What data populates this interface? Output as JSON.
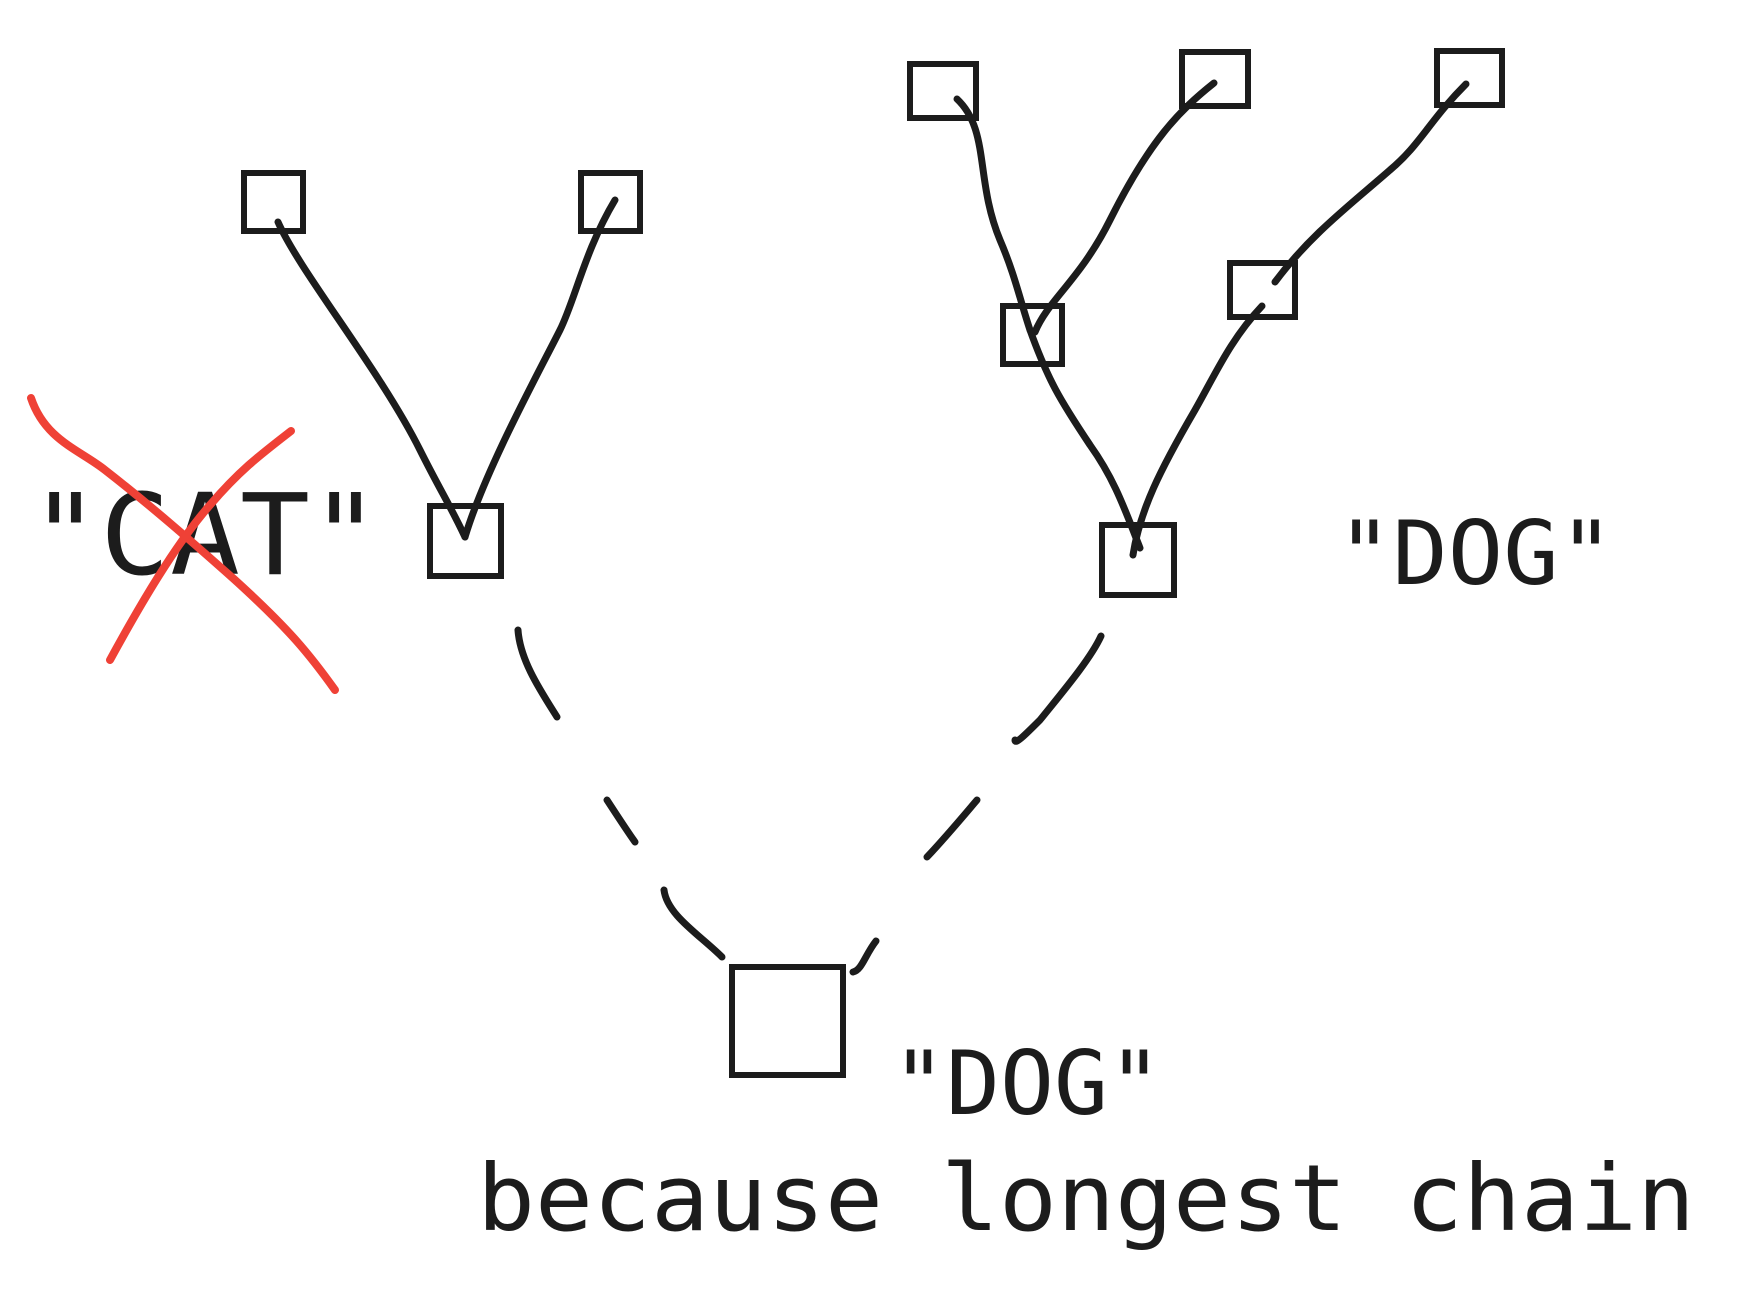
{
  "labels": {
    "left_fork": "\"CAT\"",
    "right_fork": "\"DOG\"",
    "root": "\"DOG\"",
    "caption": "because longest chain"
  },
  "colors": {
    "ink": "#1c1c1c",
    "strike": "#ef4136",
    "background": "#ffffff"
  }
}
